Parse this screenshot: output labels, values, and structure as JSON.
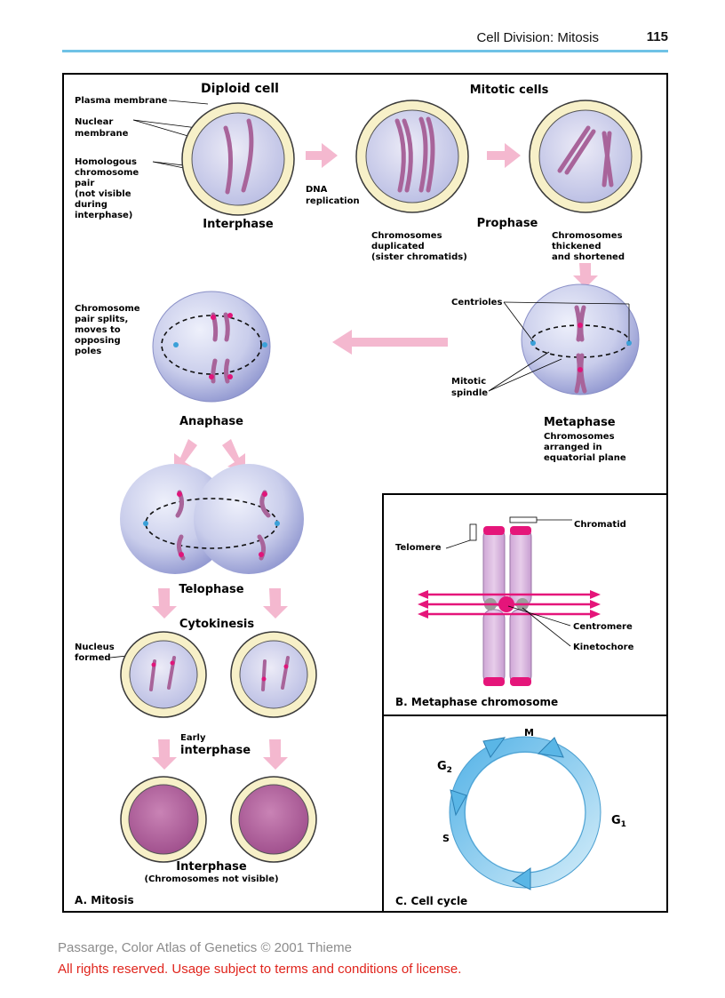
{
  "header": {
    "title": "Cell Division: Mitosis",
    "page_number": "115"
  },
  "panel_a": {
    "caption": "A. Mitosis",
    "diploid_cell": "Diploid cell",
    "mitotic_cells": "Mitotic cells",
    "plasma_membrane": "Plasma membrane",
    "nuclear_membrane": [
      "Nuclear",
      "membrane"
    ],
    "homologous_pair": [
      "Homologous",
      "chromosome",
      "pair",
      "(not visible",
      "during",
      "interphase)"
    ],
    "dna_replication": [
      "DNA",
      "replication"
    ],
    "interphase": "Interphase",
    "prophase": "Prophase",
    "chromosomes_duplicated": [
      "Chromosomes",
      "duplicated",
      "(sister chromatids)"
    ],
    "chromosomes_thickened": [
      "Chromosomes",
      "thickened",
      "and shortened"
    ],
    "centrioles": "Centrioles",
    "mitotic_spindle": [
      "Mitotic",
      "spindle"
    ],
    "metaphase": "Metaphase",
    "metaphase_desc": [
      "Chromosomes",
      "arranged in",
      "equatorial plane"
    ],
    "chromosome_pair_splits": [
      "Chromosome",
      "pair splits,",
      "moves to",
      "opposing",
      "poles"
    ],
    "anaphase": "Anaphase",
    "telophase": "Telophase",
    "cytokinesis": "Cytokinesis",
    "nucleus_formed": [
      "Nucleus",
      "formed"
    ],
    "early": "Early",
    "early_interphase": "interphase",
    "interphase_bottom": "Interphase",
    "chromosomes_not_visible": "(Chromosomes not visible)"
  },
  "panel_b": {
    "caption": "B. Metaphase chromosome",
    "chromatid": "Chromatid",
    "telomere": "Telomere",
    "centromere": "Centromere",
    "kinetochore": "Kinetochore"
  },
  "panel_c": {
    "caption": "C. Cell cycle",
    "m": "M",
    "g2": "G",
    "g2_sub": "2",
    "g1": "G",
    "g1_sub": "1",
    "s": "S"
  },
  "footer": {
    "copyright": "Passarge, Color Atlas of Genetics © 2001 Thieme",
    "rights": "All rights reserved. Usage subject to terms and conditions of license."
  },
  "colors": {
    "header_rule": "#6fc2e6",
    "chromosome": "#a8649a",
    "centromere": "#e0157a",
    "arrow_pink": "#f4b8cf",
    "cell_blue": "#c6cbe8",
    "cell_rim": "#f3ecbf",
    "interphase_nucleus": "#b45e9c",
    "cycle_blue": "#5ab6e6",
    "spindle_magenta": "#e5157a",
    "footer_gray": "#8c8c8c",
    "footer_red": "#e0241c"
  }
}
